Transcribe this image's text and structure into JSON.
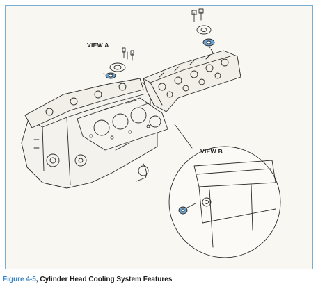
{
  "figure": {
    "number": "Figure 4-5",
    "separator": ",",
    "title": "Cylinder Head Cooling System Features",
    "number_color": "#3a86c4"
  },
  "labels": {
    "view_a": "VIEW A",
    "view_b": "VIEW B"
  },
  "colors": {
    "panel_background": "#f9f7f2",
    "border": "#7aaed0",
    "ink": "#2a2a2a",
    "highlight_blue": "#6fa3cf"
  }
}
